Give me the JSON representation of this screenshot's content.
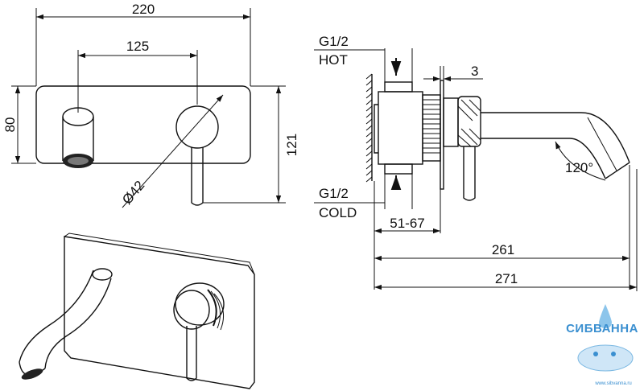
{
  "dimensions": {
    "width_220": "220",
    "width_125": "125",
    "height_80": "80",
    "height_121": "121",
    "diameter_42": "Ø42",
    "offset_3": "3",
    "range_51_67": "51-67",
    "length_261": "261",
    "length_271": "271",
    "angle_120": "120°"
  },
  "labels": {
    "hot_size": "G1/2",
    "hot": "HOT",
    "cold_size": "G1/2",
    "cold": "COLD"
  },
  "logo": {
    "brand": "СИБВАННА",
    "url": "www.sibvanna.ru"
  }
}
